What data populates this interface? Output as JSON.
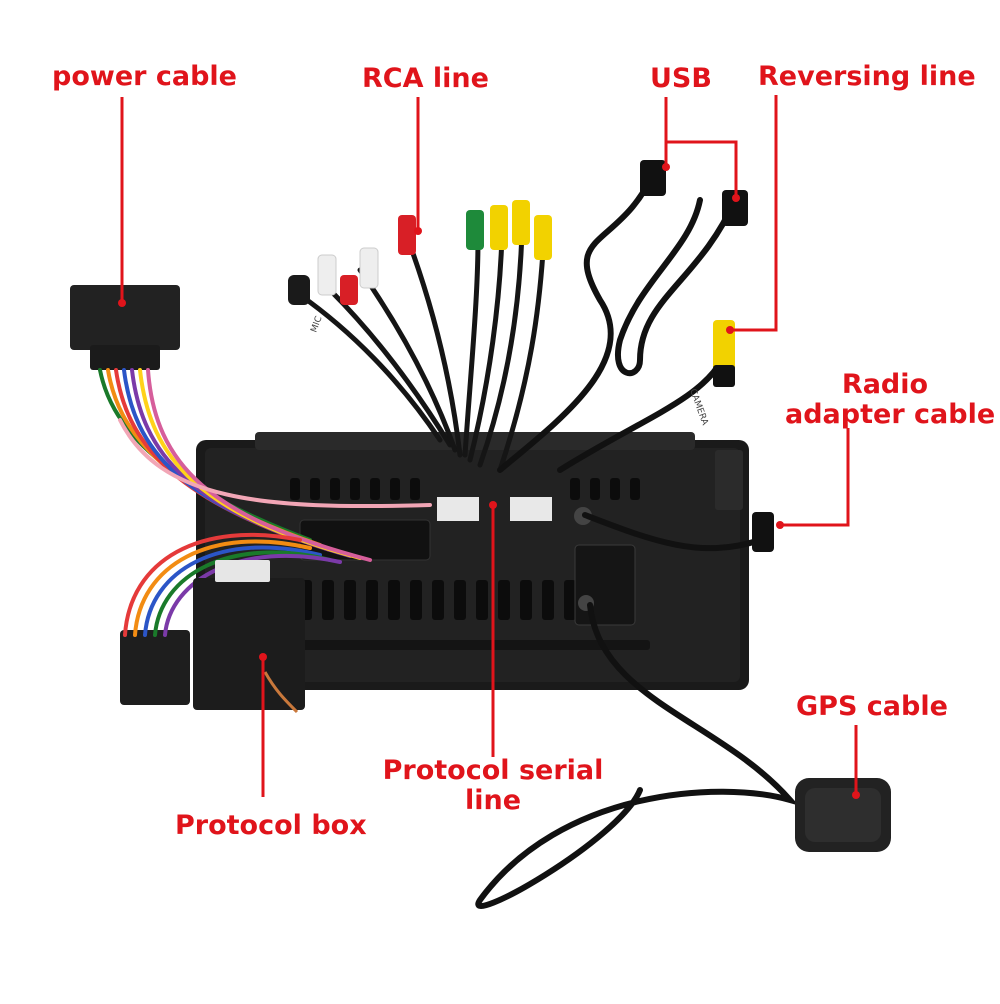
{
  "accent_color": "#e0141b",
  "labels": {
    "power_cable": "power cable",
    "rca_line": "RCA line",
    "usb": "USB",
    "reversing_line": "Reversing line",
    "radio_adapter_line1": "Radio",
    "radio_adapter_line2": "adapter cable",
    "gps_cable": "GPS cable",
    "protocol_serial_line1": "Protocol serial",
    "protocol_serial_line2": "line",
    "protocol_box": "Protocol box"
  },
  "wire_tags": [
    "MIC",
    "CAMERA"
  ],
  "icons": [
    "power-connector",
    "rca-plug",
    "usb-plug",
    "gps-antenna",
    "protocol-box"
  ]
}
